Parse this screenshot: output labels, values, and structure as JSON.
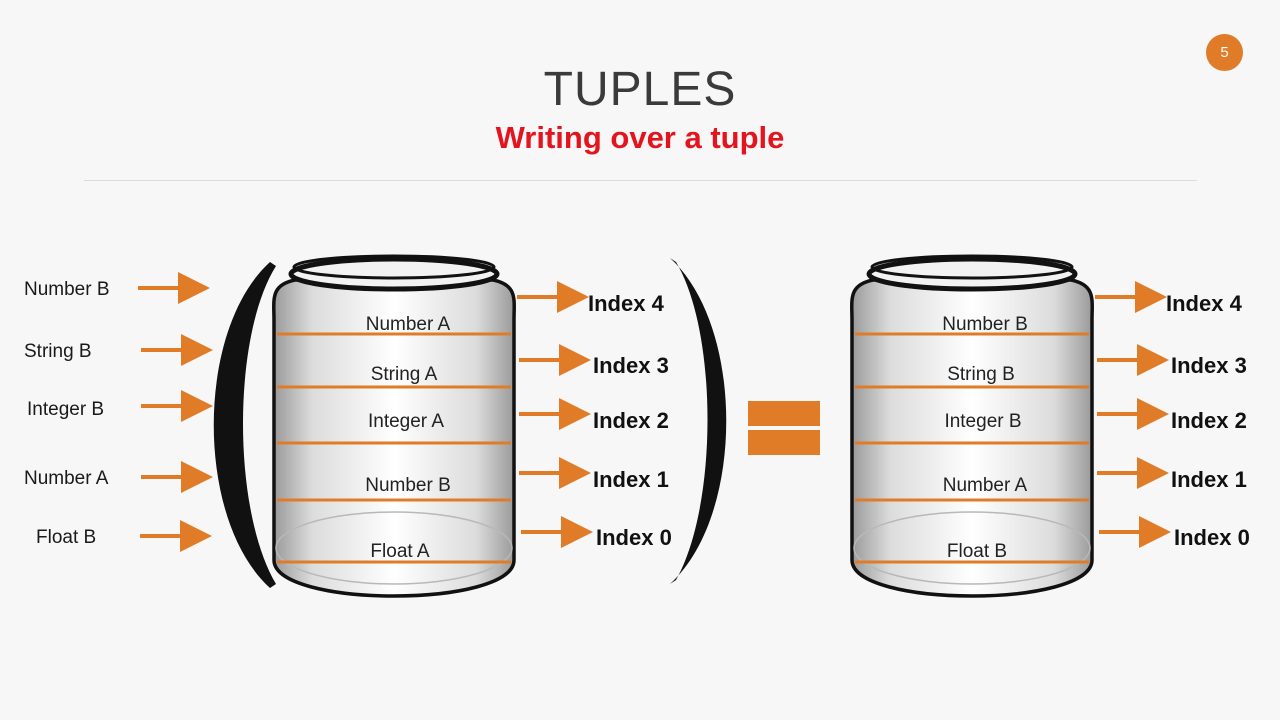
{
  "slide": {
    "page_number": "5",
    "title": "TUPLES",
    "subtitle": "Writing over a tuple"
  },
  "new_values": [
    "Number B",
    "String B",
    "Integer B",
    "Number A",
    "Float B"
  ],
  "jar_before": {
    "slots": [
      "Number A",
      "String A",
      "Integer A",
      "Number B",
      "Float A"
    ]
  },
  "jar_after": {
    "slots": [
      "Number B",
      "String B",
      "Integer B",
      "Number A",
      "Float B"
    ]
  },
  "index_labels": [
    "Index 4",
    "Index 3",
    "Index 2",
    "Index 1",
    "Index 0"
  ],
  "colors": {
    "accent": "#e07b28",
    "title_text": "#3a3a3a",
    "subtitle_text": "#e4141e",
    "outline": "#111111"
  },
  "icons": {
    "jar": "jar-icon",
    "arrow": "arrow-right-icon",
    "equals": "equals-sign-icon",
    "parenthesis": "parenthesis-icon"
  }
}
